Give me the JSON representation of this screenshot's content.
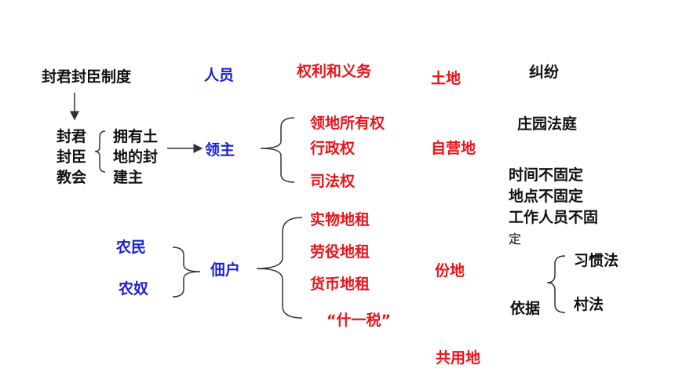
{
  "headers": {
    "system": "封君封臣制度",
    "people": "人员",
    "rights": "权利和义务",
    "land": "土地",
    "dispute": "纠纷"
  },
  "left_group": {
    "line1": "封君",
    "line2": "封臣",
    "line3": "教会",
    "desc1": "拥有土",
    "desc2": "地的封",
    "desc3": "建主"
  },
  "lord": {
    "label": "领主",
    "rights": [
      "领地所有权",
      "行政权",
      "司法权"
    ]
  },
  "tenant": {
    "farmer": "农民",
    "serf": "农奴",
    "label": "佃户",
    "duties": [
      "实物地租",
      "劳役地租",
      "货币地租",
      "“什一税”"
    ]
  },
  "land": {
    "demesne": "自营地",
    "plot": "份地",
    "common": "共用地"
  },
  "dispute": {
    "court": "庄园法庭",
    "notes": [
      "时间不固定",
      "地点不固定",
      "工作人员不固",
      "定"
    ],
    "basis": "依据",
    "sources": [
      "习惯法",
      "村法"
    ]
  },
  "colors": {
    "black": "#111111",
    "red": "#e8141b",
    "blue": "#1a22d6"
  }
}
